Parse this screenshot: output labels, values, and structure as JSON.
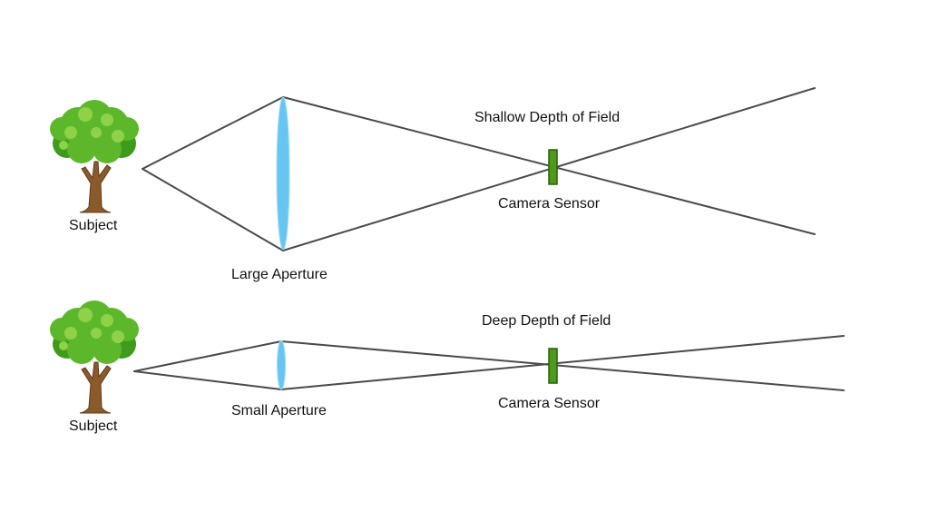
{
  "colors": {
    "ray": "#4a4a4a",
    "lens_fill": "#66c6f1",
    "sensor_fill": "#4e9a1a",
    "sensor_stroke": "#2b5e0c",
    "foliage_dark": "#3e9b1c",
    "foliage_mid": "#5cb82a",
    "foliage_light": "#8fd24a",
    "trunk": "#8b5a2b",
    "trunk_dark": "#5e3a17"
  },
  "icons": {
    "subject": "tree-icon",
    "lens": "lens-icon",
    "sensor": "camera-sensor-icon"
  },
  "top_panel": {
    "title": "Shallow Depth of Field",
    "subject_label": "Subject",
    "aperture_label": "Large Aperture",
    "sensor_label": "Camera Sensor"
  },
  "bottom_panel": {
    "title": "Deep Depth of Field",
    "subject_label": "Subject",
    "aperture_label": "Small Aperture",
    "sensor_label": "Camera Sensor"
  }
}
